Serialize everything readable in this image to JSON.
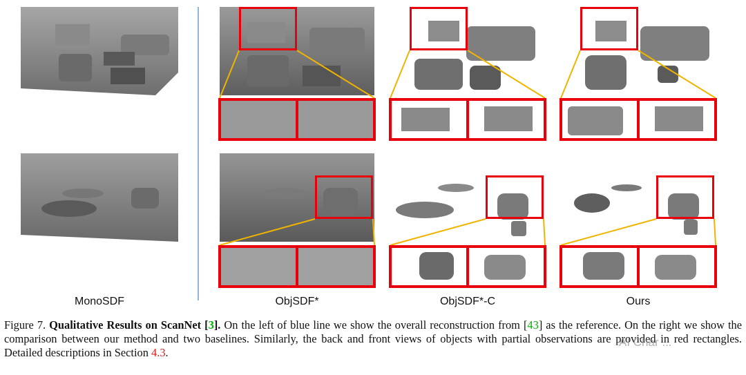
{
  "figure": {
    "columns": [
      {
        "label": "MonoSDF"
      },
      {
        "label": "ObjSDF*"
      },
      {
        "label": "ObjSDF*-C"
      },
      {
        "label": "Ours"
      }
    ],
    "caption": {
      "prefix": "Figure 7.",
      "title": "Qualitative Results on ScanNet",
      "title_ref_open": " [",
      "title_ref": "3",
      "title_ref_close": "].",
      "text1": " On the left of blue line we show the overall reconstruction from [",
      "ref1": "43",
      "text2": "] as the reference. On the right we show the comparison between our method and two baselines. Similarly, the back and front views of objects with partial observations are provided in red rectangles. Detailed descriptions in Section ",
      "ref2": "4.3",
      "text3": "."
    },
    "watermark": "AI Char ...",
    "colors": {
      "red_box": "#e8000b",
      "connector": "#f0b400",
      "separator": "#8fb8d8",
      "ref_green": "#00b000",
      "ref_red": "#d81e1e"
    }
  }
}
